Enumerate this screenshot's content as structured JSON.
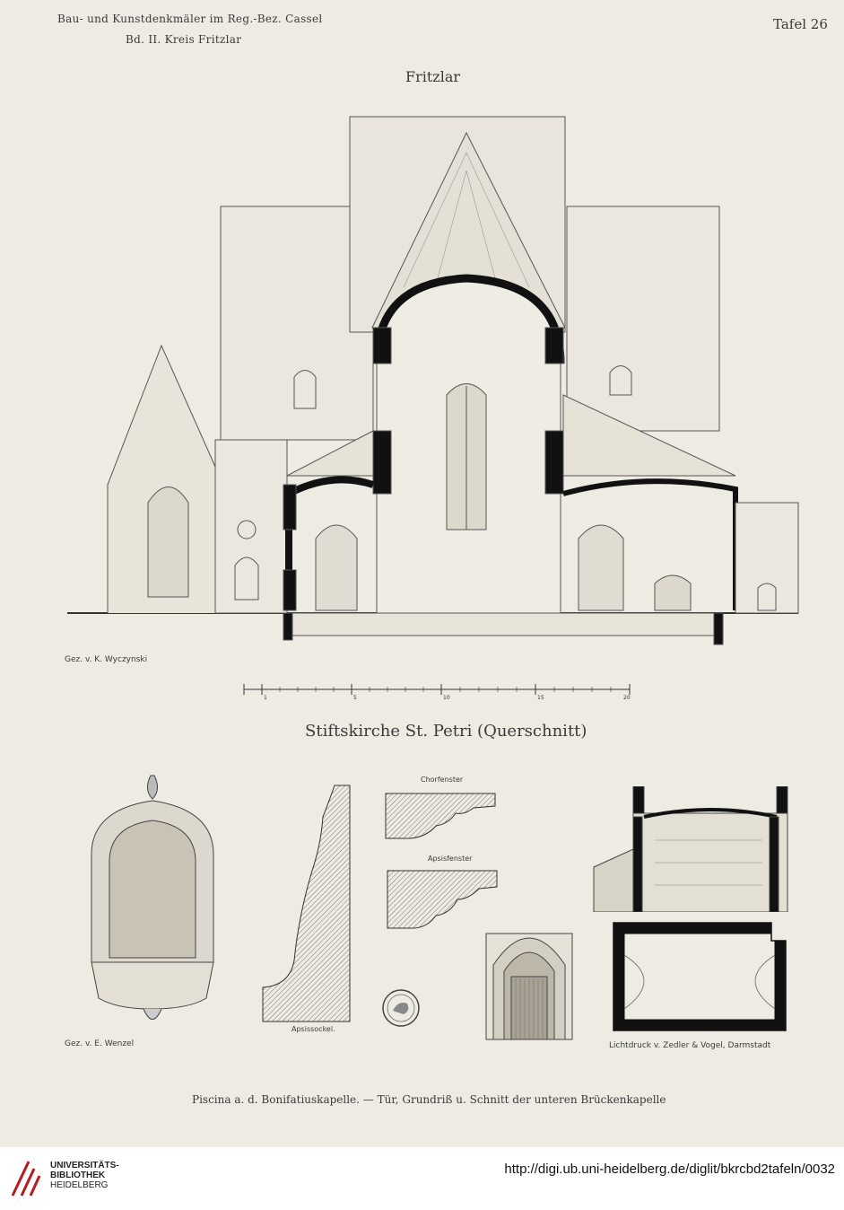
{
  "header": {
    "series_line1": "Bau- und Kunstdenkmäler im Reg.-Bez. Cassel",
    "series_line2": "Bd. II. Kreis Fritzlar",
    "plate_number": "Tafel 26",
    "place": "Fritzlar"
  },
  "main_drawing": {
    "credit": "Gez. v. K. Wyczynski",
    "scale_marks": [
      "1",
      "5",
      "10",
      "15",
      "20"
    ],
    "title": "Stiftskirche St. Petri (Querschnitt)"
  },
  "detail_drawings": {
    "label_chorfenster": "Chorfenster",
    "label_apsisfenster": "Apsisfenster",
    "label_apsissockel": "Apsissockel.",
    "credit_left": "Gez. v. E. Wenzel",
    "credit_right": "Lichtdruck v. Zedler & Vogel, Darmstadt",
    "caption": "Piscina a. d. Bonifatiuskapelle. — Tür, Grundriß u. Schnitt der unteren Brückenkapelle"
  },
  "footer": {
    "library_line1": "UNIVERSITÄTS-",
    "library_line2": "BIBLIOTHEK",
    "library_line3": "HEIDELBERG",
    "url": "http://digi.ub.uni-heidelberg.de/diglit/bkrcbd2tafeln/0032"
  }
}
